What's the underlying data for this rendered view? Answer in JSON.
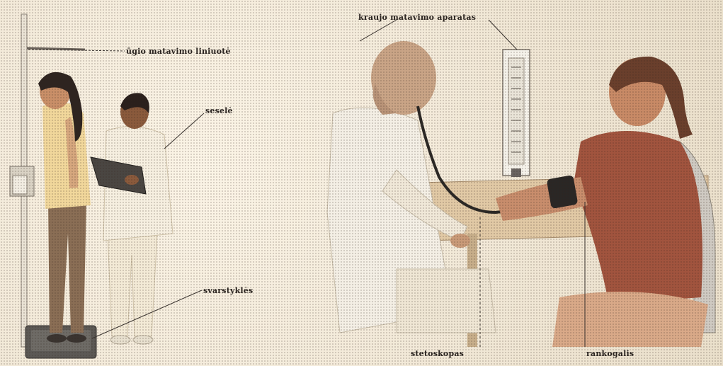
{
  "labels": {
    "height_rod": "ūgio matavimo liniuotė",
    "nurse": "seselė",
    "scales": "svarstyklės",
    "bp_device": "kraujo matavimo aparatas",
    "stethoscope": "stetoskopas",
    "cuff": "rankogalis"
  }
}
